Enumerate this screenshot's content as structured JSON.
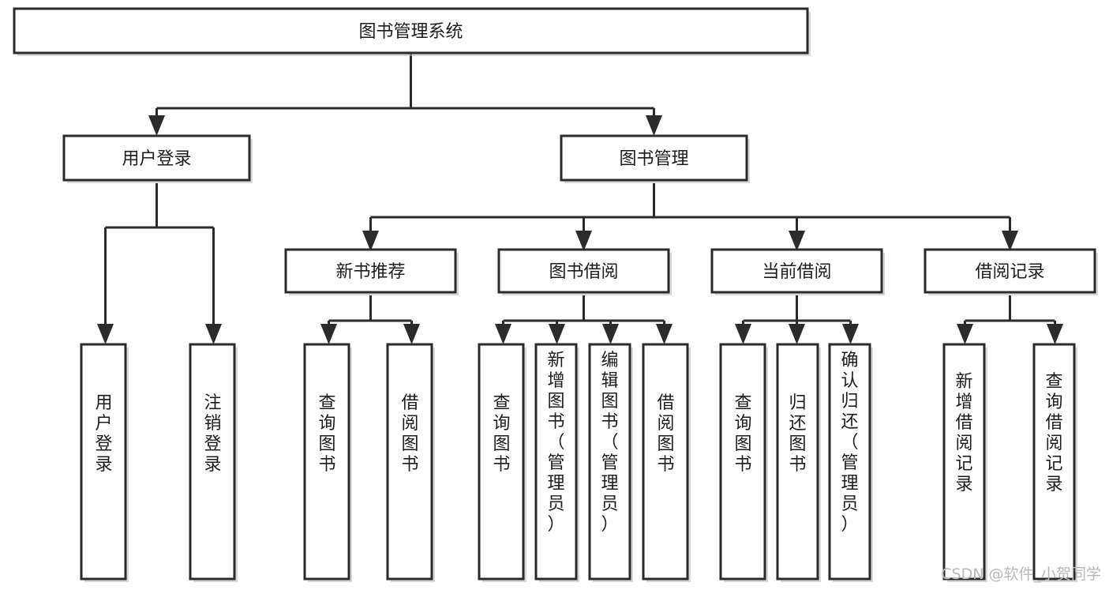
{
  "diagram": {
    "type": "tree-hierarchy",
    "title": "图书管理系统",
    "background_color": "#ffffff",
    "node_fill": "#ffffff",
    "node_stroke": "#2b2b2b",
    "text_color": "#1d1d1d",
    "levels": [
      {
        "level": 1,
        "nodes": [
          {
            "id": "root",
            "label": "图书管理系统",
            "orientation": "horizontal"
          }
        ]
      },
      {
        "level": 2,
        "nodes": [
          {
            "id": "user-login",
            "label": "用户登录",
            "orientation": "horizontal",
            "parent": "root"
          },
          {
            "id": "book-manage",
            "label": "图书管理",
            "orientation": "horizontal",
            "parent": "root"
          }
        ]
      },
      {
        "level": 3,
        "nodes": [
          {
            "id": "new-book-rec",
            "label": "新书推荐",
            "orientation": "horizontal",
            "parent": "book-manage"
          },
          {
            "id": "book-borrow",
            "label": "图书借阅",
            "orientation": "horizontal",
            "parent": "book-manage"
          },
          {
            "id": "current-borrow",
            "label": "当前借阅",
            "orientation": "horizontal",
            "parent": "book-manage"
          },
          {
            "id": "borrow-record",
            "label": "借阅记录",
            "orientation": "horizontal",
            "parent": "book-manage"
          }
        ]
      },
      {
        "level": 4,
        "nodes": [
          {
            "id": "leaf-user-login",
            "label": "用户登录",
            "orientation": "vertical",
            "parent": "user-login"
          },
          {
            "id": "leaf-logout",
            "label": "注销登录",
            "orientation": "vertical",
            "parent": "user-login"
          },
          {
            "id": "leaf-query-book-1",
            "label": "查询图书",
            "orientation": "vertical",
            "parent": "new-book-rec"
          },
          {
            "id": "leaf-borrow-book-1",
            "label": "借阅图书",
            "orientation": "vertical",
            "parent": "new-book-rec"
          },
          {
            "id": "leaf-query-book-2",
            "label": "查询图书",
            "orientation": "vertical",
            "parent": "book-borrow"
          },
          {
            "id": "leaf-add-book",
            "label": "新增图书（管理员）",
            "orientation": "vertical",
            "parent": "book-borrow"
          },
          {
            "id": "leaf-edit-book",
            "label": "编辑图书（管理员）",
            "orientation": "vertical",
            "parent": "book-borrow"
          },
          {
            "id": "leaf-borrow-book-2",
            "label": "借阅图书",
            "orientation": "vertical",
            "parent": "book-borrow"
          },
          {
            "id": "leaf-query-book-3",
            "label": "查询图书",
            "orientation": "vertical",
            "parent": "current-borrow"
          },
          {
            "id": "leaf-return-book",
            "label": "归还图书",
            "orientation": "vertical",
            "parent": "current-borrow"
          },
          {
            "id": "leaf-confirm-return",
            "label": "确认归还（管理员）",
            "orientation": "vertical",
            "parent": "current-borrow"
          },
          {
            "id": "leaf-add-record",
            "label": "新增借阅记录",
            "orientation": "vertical",
            "parent": "borrow-record"
          },
          {
            "id": "leaf-query-record",
            "label": "查询借阅记录",
            "orientation": "vertical",
            "parent": "borrow-record"
          }
        ]
      }
    ]
  },
  "watermark": {
    "text": "CSDN @软件_小贺同学"
  }
}
